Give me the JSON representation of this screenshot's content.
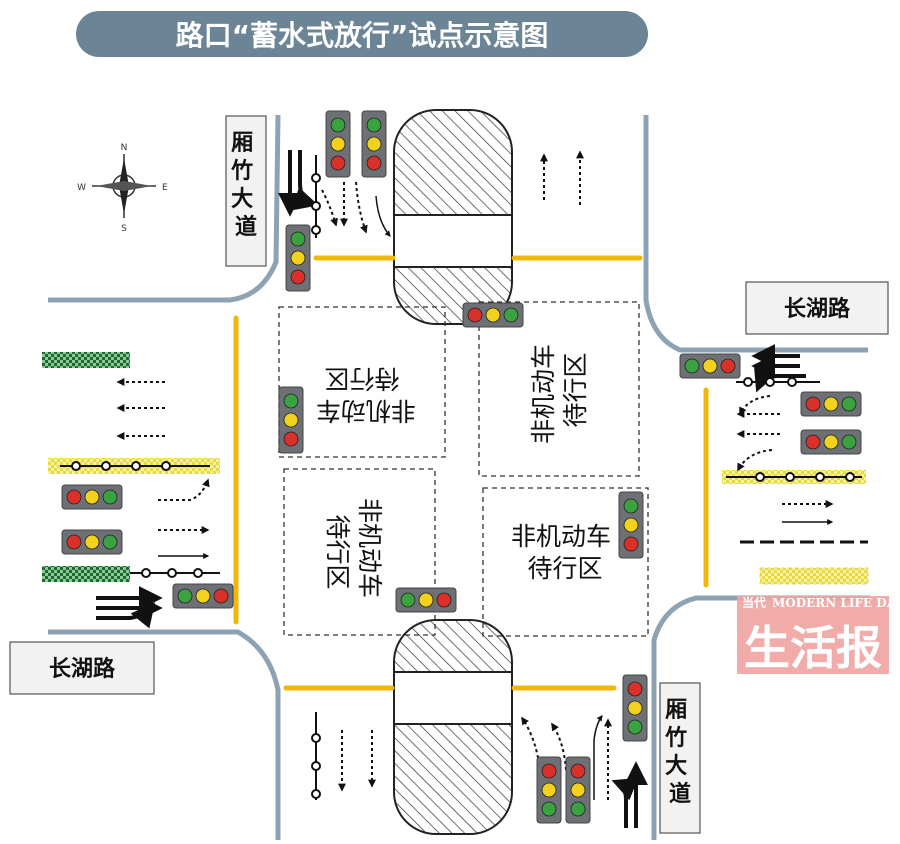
{
  "title": "路口“蓄水式放行”试点示意图",
  "roads": {
    "xiangzhu_top": "厢竹大道",
    "xiangzhu_bottom": "厢竹大道",
    "changhu_right": "长湖路",
    "changhu_left": "长湖路"
  },
  "zones": {
    "nw": "非机动车待行区",
    "ne": "非机动车待行区",
    "sw": "非机动车待行区",
    "se": "非机动车待行区"
  },
  "compass": {
    "n": "N",
    "s": "S",
    "e": "E",
    "w": "W"
  },
  "watermark": {
    "small_cn": "当代",
    "small_en": "MODERN LIFE DAILY",
    "big": "生活报"
  },
  "colors": {
    "title_bg": "#6b8597",
    "road_edge": "#8da3b4",
    "stop_line": "#f2b705",
    "light_red": "#d9302a",
    "light_yellow": "#f2d21c",
    "light_green": "#3aa33f",
    "brand_bg": "#f0a3a1"
  }
}
